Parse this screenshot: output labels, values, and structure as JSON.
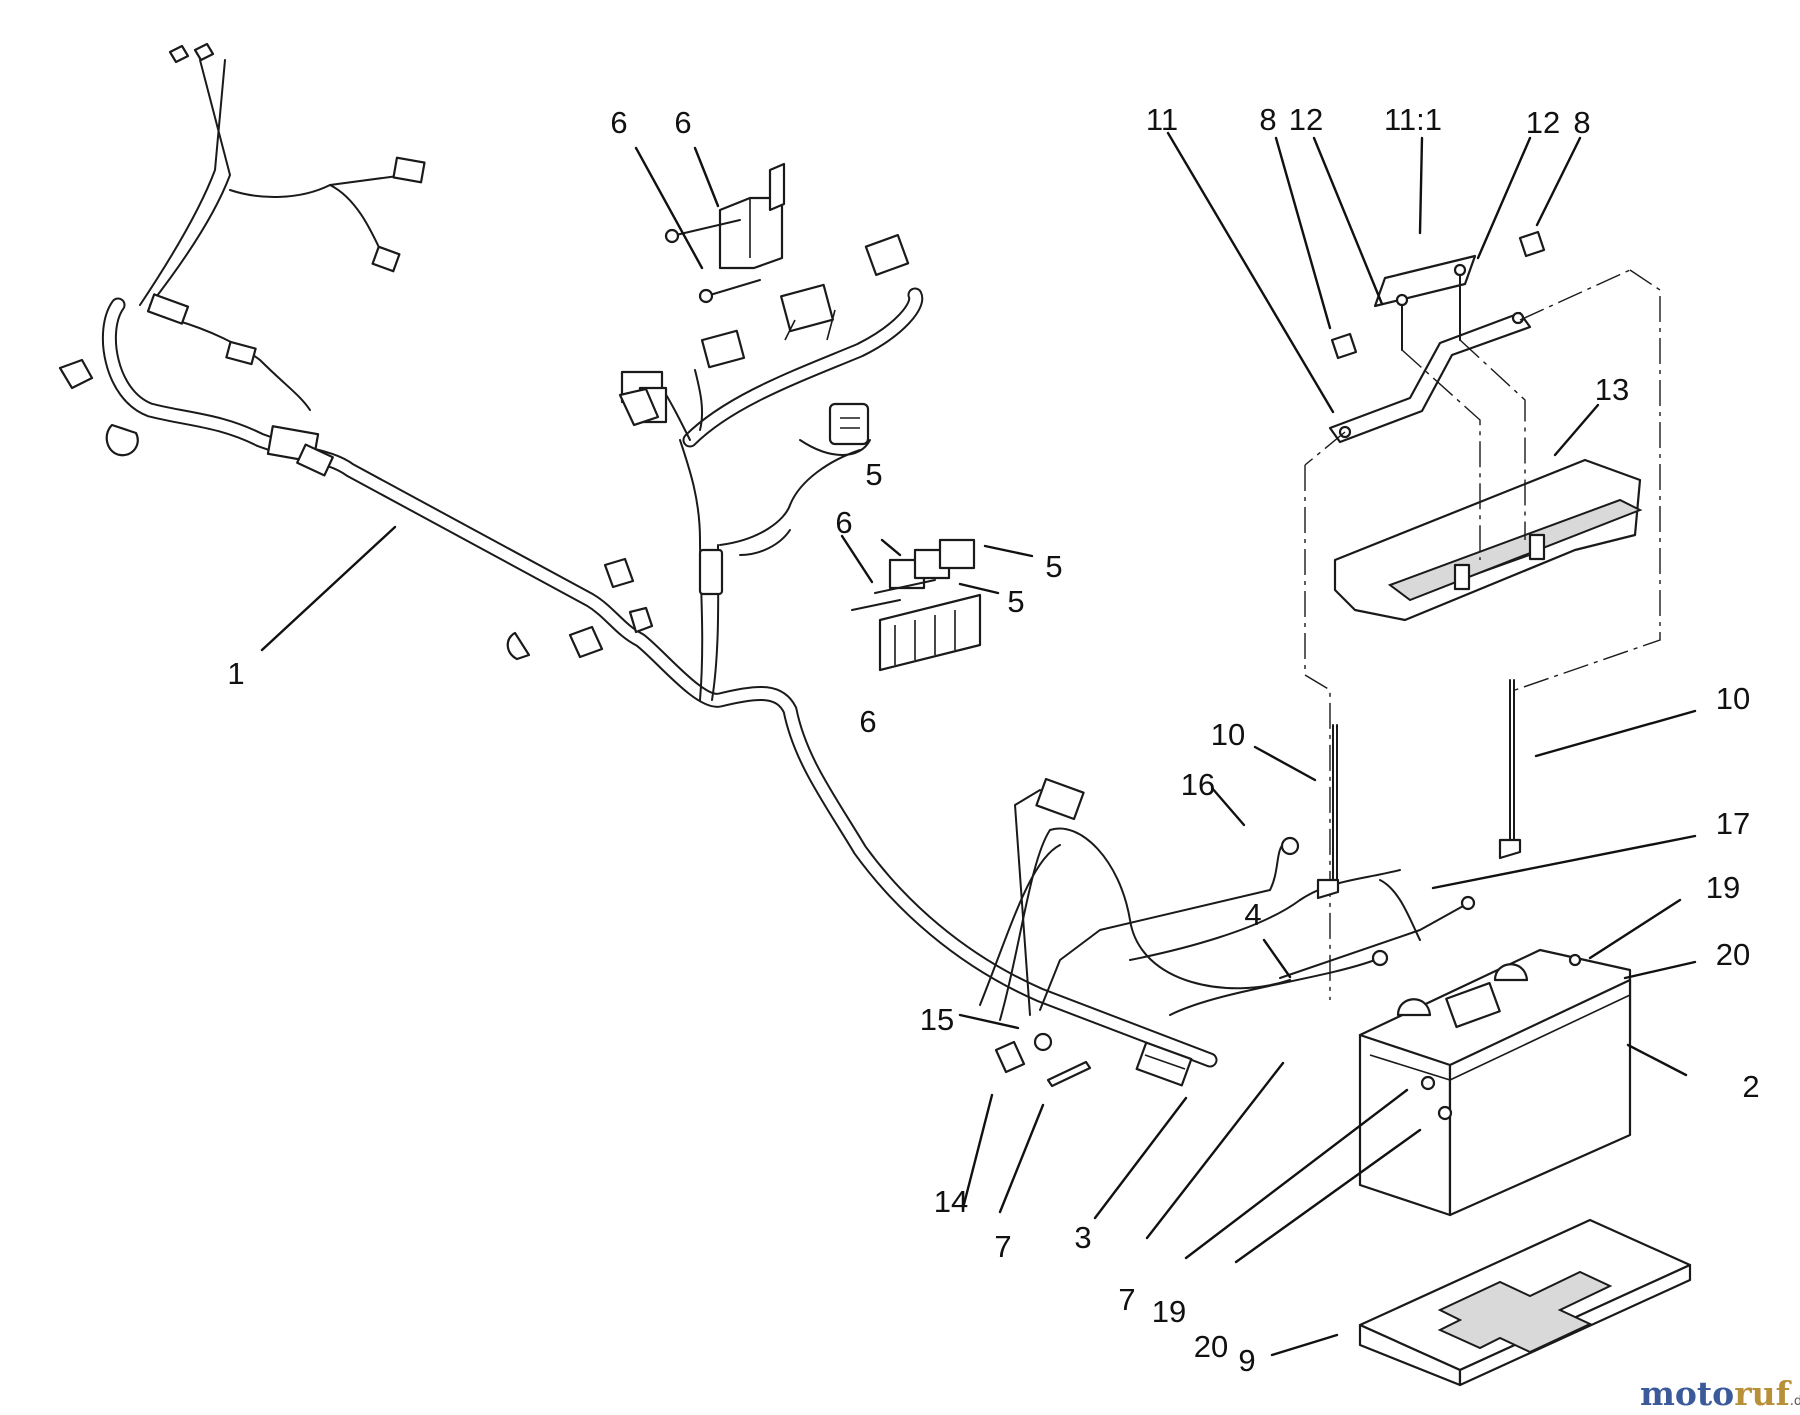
{
  "callouts": [
    {
      "id": "c1",
      "text": "1"
    },
    {
      "id": "c2",
      "text": "2"
    },
    {
      "id": "c3",
      "text": "3"
    },
    {
      "id": "c4",
      "text": "4"
    },
    {
      "id": "c5a",
      "text": "5"
    },
    {
      "id": "c5b",
      "text": "5"
    },
    {
      "id": "c5c",
      "text": "5"
    },
    {
      "id": "c6a",
      "text": "6"
    },
    {
      "id": "c6b",
      "text": "6"
    },
    {
      "id": "c6c",
      "text": "6"
    },
    {
      "id": "c6d",
      "text": "6"
    },
    {
      "id": "c7a",
      "text": "7"
    },
    {
      "id": "c7b",
      "text": "7"
    },
    {
      "id": "c8a",
      "text": "8"
    },
    {
      "id": "c8b",
      "text": "8"
    },
    {
      "id": "c9",
      "text": "9"
    },
    {
      "id": "c10a",
      "text": "10"
    },
    {
      "id": "c10b",
      "text": "10"
    },
    {
      "id": "c11",
      "text": "11"
    },
    {
      "id": "c11_1",
      "text": "11:1"
    },
    {
      "id": "c12a",
      "text": "12"
    },
    {
      "id": "c12b",
      "text": "12"
    },
    {
      "id": "c13",
      "text": "13"
    },
    {
      "id": "c14",
      "text": "14"
    },
    {
      "id": "c15",
      "text": "15"
    },
    {
      "id": "c16",
      "text": "16"
    },
    {
      "id": "c17",
      "text": "17"
    },
    {
      "id": "c19a",
      "text": "19"
    },
    {
      "id": "c19b",
      "text": "19"
    },
    {
      "id": "c20a",
      "text": "20"
    },
    {
      "id": "c20b",
      "text": "20"
    }
  ],
  "watermark": {
    "part1": "moto",
    "part2": "ruf",
    "suffix": ".de"
  }
}
